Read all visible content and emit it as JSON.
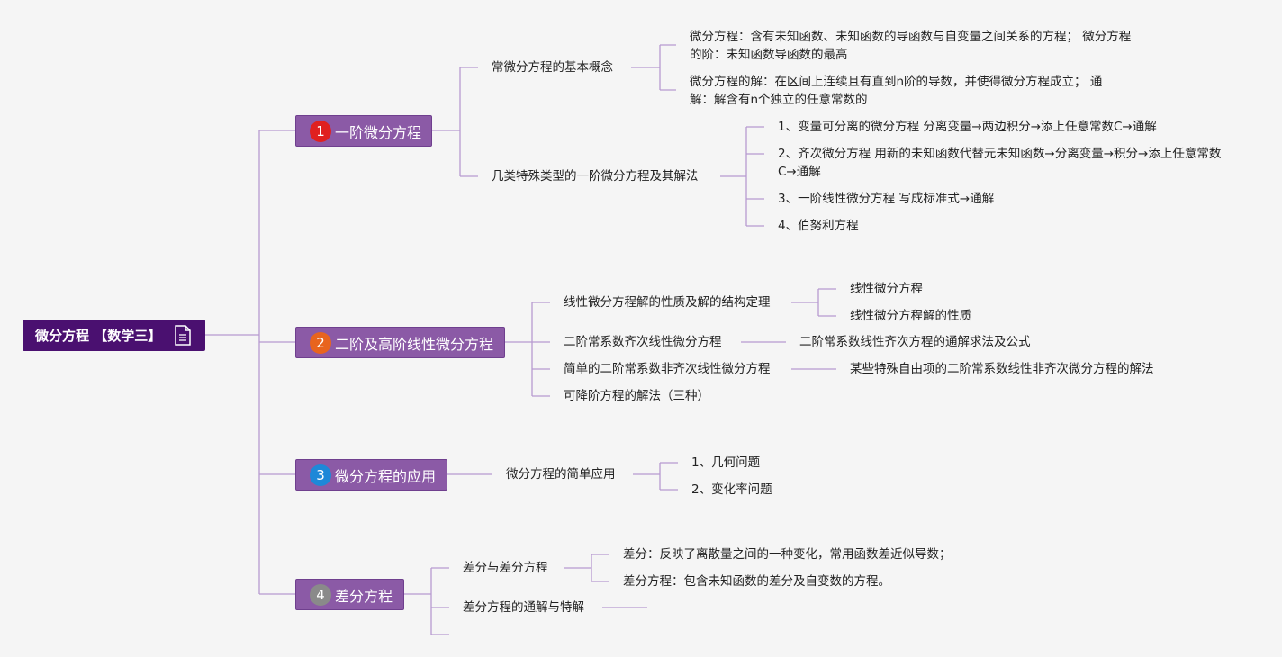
{
  "root": {
    "label": "微分方程 【数学三】",
    "icon": "document-icon"
  },
  "colors": {
    "root_bg": "#4a1070",
    "branch_bg": "#8b5aa6",
    "line": "#b79ad0",
    "background": "#f5f5f5"
  },
  "branches": [
    {
      "number": "1",
      "number_color": "#e02020",
      "label": "一阶微分方程",
      "children": [
        {
          "label": "常微分方程的基本概念",
          "children": [
            "微分方程：含有未知函数、未知函数的导函数与自变量之间关系的方程； 微分方程的阶：未知函数导函数的最高",
            "微分方程的解：在区间上连续且有直到n阶的导数，并使得微分方程成立； 通解：解含有n个独立的任意常数的"
          ]
        },
        {
          "label": "几类特殊类型的一阶微分方程及其解法",
          "children": [
            "1、变量可分离的微分方程 分离变量→两边积分→添上任意常数C→通解",
            "2、齐次微分方程 用新的未知函数代替元未知函数→分离变量→积分→添上任意常数C→通解",
            "3、一阶线性微分方程 写成标准式→通解",
            "4、伯努利方程"
          ]
        }
      ]
    },
    {
      "number": "2",
      "number_color": "#e8641e",
      "label": "二阶及高阶线性微分方程",
      "children": [
        {
          "label": "线性微分方程解的性质及解的结构定理",
          "children": [
            "线性微分方程",
            "线性微分方程解的性质"
          ]
        },
        {
          "label": "二阶常系数齐次线性微分方程",
          "children": [
            "二阶常系数线性齐次方程的通解求法及公式"
          ]
        },
        {
          "label": "简单的二阶常系数非齐次线性微分方程",
          "children": [
            "某些特殊自由项的二阶常系数线性非齐次微分方程的解法"
          ]
        },
        {
          "label": "可降阶方程的解法（三种）",
          "children": []
        }
      ]
    },
    {
      "number": "3",
      "number_color": "#1e88d8",
      "label": "微分方程的应用",
      "children": [
        {
          "label": "微分方程的简单应用",
          "children": [
            "1、几何问题",
            "2、变化率问题"
          ]
        }
      ]
    },
    {
      "number": "4",
      "number_color": "#8a8a8a",
      "label": "差分方程",
      "children": [
        {
          "label": "差分与差分方程",
          "children": [
            "差分：反映了离散量之间的一种变化，常用函数差近似导数；",
            "差分方程：包含未知函数的差分及自变数的方程。"
          ]
        },
        {
          "label": "差分方程的通解与特解",
          "children": []
        },
        {
          "label": "",
          "children": []
        }
      ]
    }
  ]
}
